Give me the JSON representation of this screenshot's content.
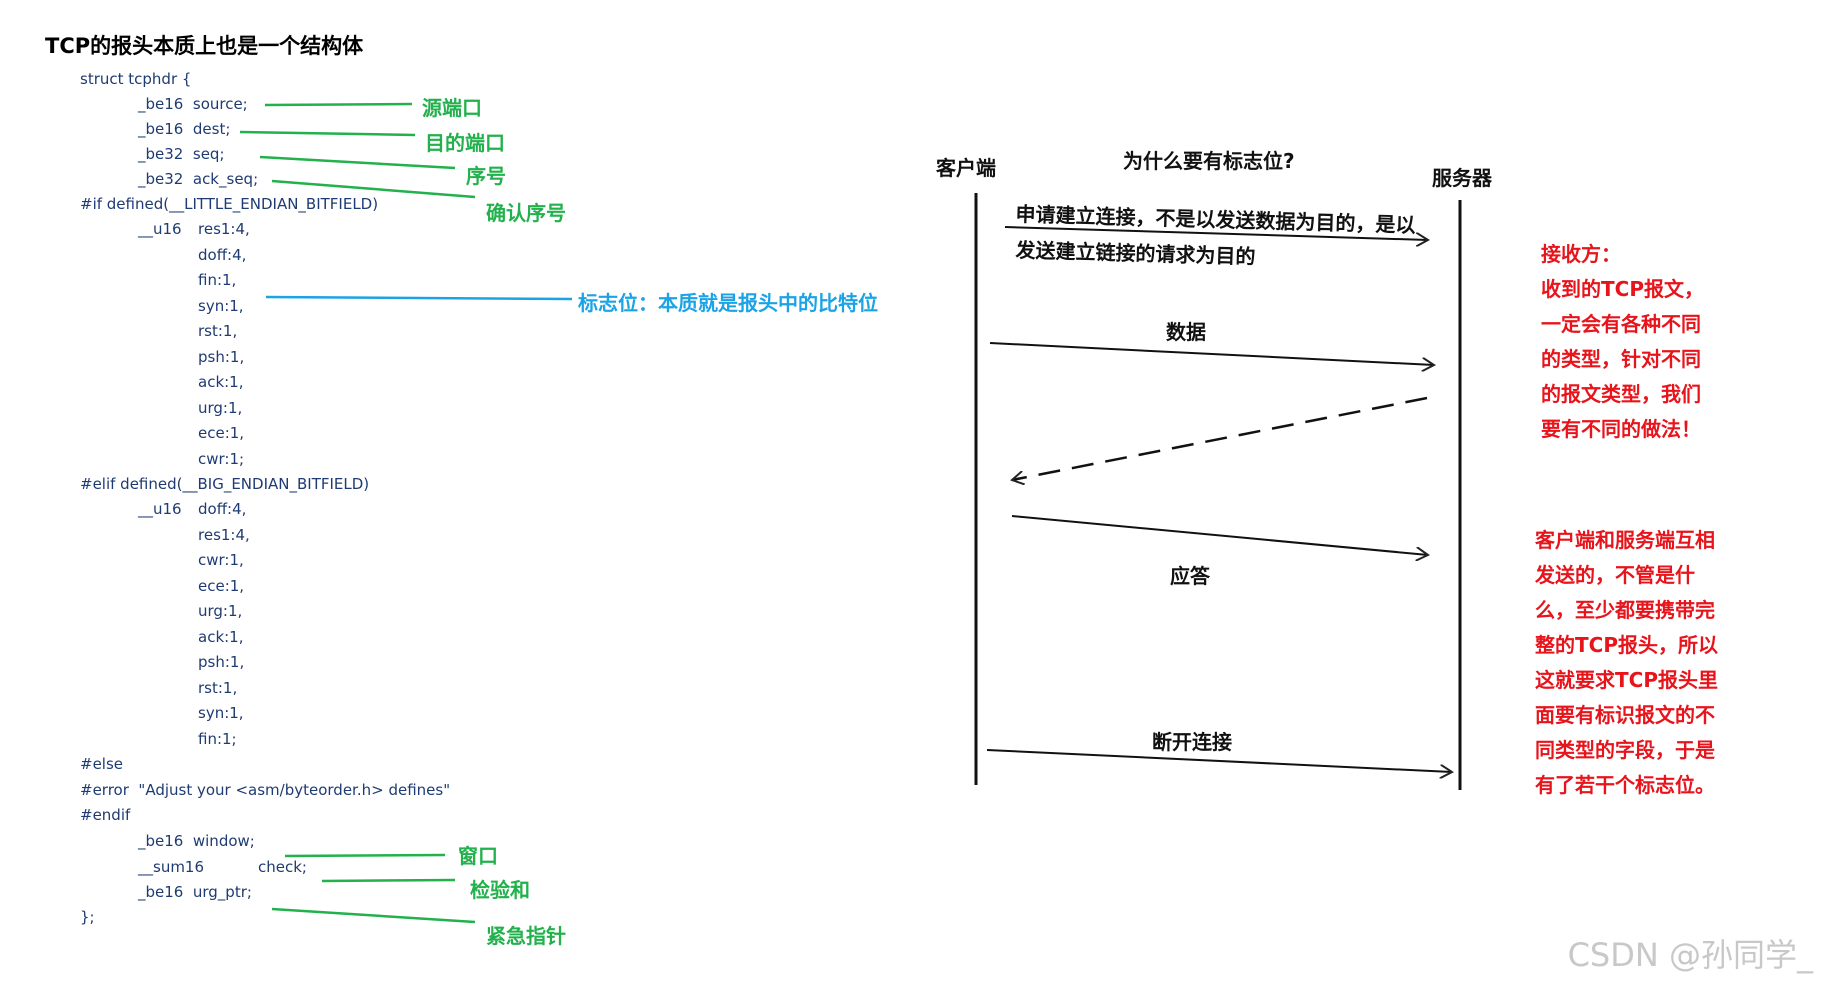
{
  "title": "TCP的报头本质上也是一个结构体",
  "code_lines": [
    "struct tcphdr {",
    "_be16  source;",
    "_be16  dest;",
    "_be32  seq;",
    "_be32  ack_seq;",
    "#if defined(__LITTLE_ENDIAN_BITFIELD)",
    "__u16",
    "res1:4,",
    "doff:4,",
    "fin:1,",
    "syn:1,",
    "rst:1,",
    "psh:1,",
    "ack:1,",
    "urg:1,",
    "ece:1,",
    "cwr:1;",
    "#elif defined(__BIG_ENDIAN_BITFIELD)",
    "__u16",
    "doff:4,",
    "res1:4,",
    "cwr:1,",
    "ece:1,",
    "urg:1,",
    "ack:1,",
    "psh:1,",
    "rst:1,",
    "syn:1,",
    "fin:1;",
    "#else",
    "#error  \"Adjust your <asm/byteorder.h> defines\"",
    "#endif",
    "_be16  window;",
    "__sum16",
    "check;",
    "_be16  urg_ptr;",
    "};"
  ],
  "annotations": {
    "source": "源端口",
    "dest": "目的端口",
    "seq": "序号",
    "ack_seq": "确认序号",
    "flags": "标志位：本质就是报头中的比特位",
    "window": "窗口",
    "check": "检验和",
    "urg_ptr": "紧急指针"
  },
  "diagram": {
    "client": "客户端",
    "server": "服务器",
    "question": "为什么要有标志位?",
    "msg1_line1": "申请建立连接，不是以发送数据为目的，是以",
    "msg1_line2": "发送建立链接的请求为目的",
    "msg2": "数据",
    "msg3": "应答",
    "msg4": "断开连接"
  },
  "notes": {
    "receiver": [
      "接收方：",
      "收到的TCP报文，",
      "一定会有各种不同",
      "的类型，针对不同",
      "的报文类型，我们",
      "要有不同的做法！"
    ],
    "both": [
      "客户端和服务端互相",
      "发送的，不管是什",
      "么，至少都要携带完",
      "整的TCP报头，所以",
      "这就要求TCP报头里",
      "面要有标识报文的不",
      "同类型的字段，于是",
      "有了若干个标志位。"
    ]
  },
  "colors": {
    "green": "#22b14c",
    "blue": "#1ca3e6",
    "red": "#e8141b",
    "code": "#1f3b73"
  },
  "watermark": "CSDN @孙同学_"
}
